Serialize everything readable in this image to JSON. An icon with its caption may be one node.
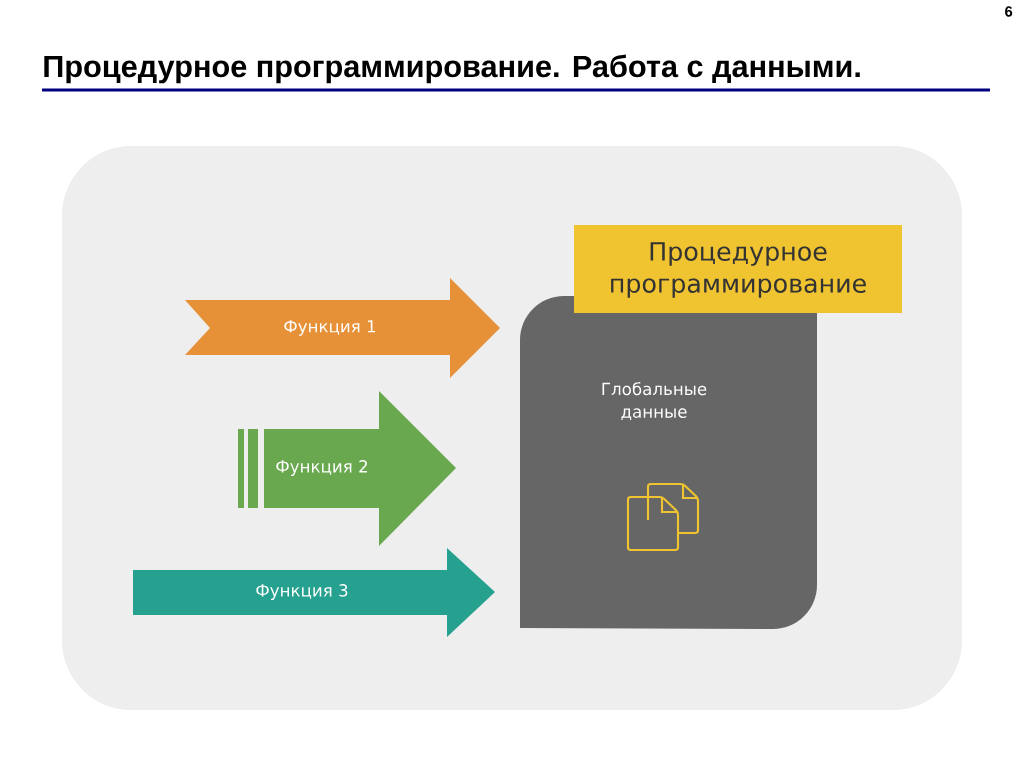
{
  "diagram": {
    "title": "Процедурное программирование. Работа с данными.",
    "nodes": [
      {
        "text": [
          "Функция 1"
        ]
      },
      {
        "text": [
          "Функция 2"
        ]
      },
      {
        "text": [
          "Функция 3"
        ]
      },
      {
        "text": [
          "Глобальные данные"
        ]
      },
      {
        "text": [
          "Процедурное программирование"
        ]
      }
    ],
    "labels": [
      "6"
    ]
  }
}
